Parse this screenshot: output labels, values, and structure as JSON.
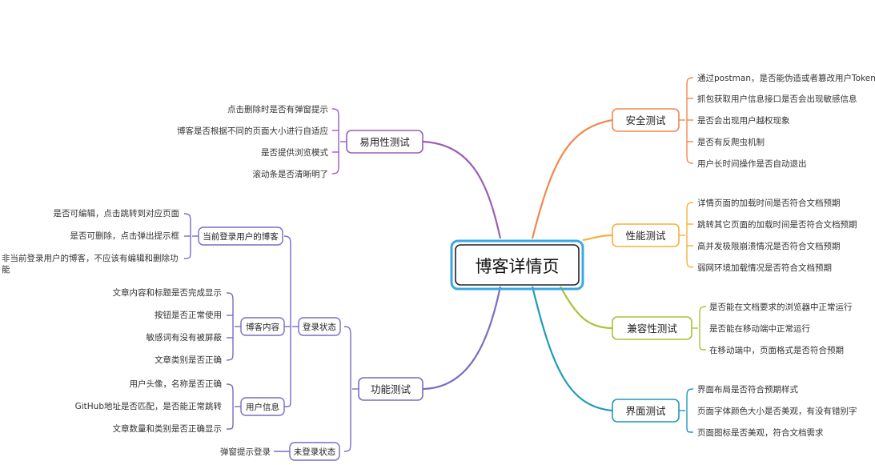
{
  "center": "博客详情页",
  "colors": {
    "security": "#f0884f",
    "performance": "#f5b13c",
    "compat": "#a9c23c",
    "ui": "#1f9ab8",
    "usability": "#9b5fb4",
    "function": "#7b6cc0",
    "center_border": "#3aa8e4"
  },
  "branches": {
    "security": {
      "label": "安全测试",
      "items": [
        "通过postman，是否能伪造或者篡改用户Token",
        "抓包获取用户信息接口是否会出现敏感信息",
        "是否会出现用户越权现象",
        "是否有反爬虫机制",
        "用户长时间操作是否自动退出"
      ]
    },
    "performance": {
      "label": "性能测试",
      "items": [
        "详情页面的加载时间是否符合文档预期",
        "跳转其它页面的加载时间是否符合文档预期",
        "高并发极限崩溃情况是否符合文档预期",
        "弱网环境加载情况是否符合文档预期"
      ]
    },
    "compat": {
      "label": "兼容性测试",
      "items": [
        "是否能在文档要求的浏览器中正常运行",
        "是否能在移动端中正常运行",
        "在移动端中，页面格式是否符合预期"
      ]
    },
    "ui": {
      "label": "界面测试",
      "items": [
        "界面布局是否符合预期样式",
        "页面字体颜色大小是否美观，有没有错别字",
        "页面图标是否美观，符合文档需求"
      ]
    },
    "usability": {
      "label": "易用性测试",
      "items": [
        "点击删除时是否有弹窗提示",
        "博客是否根据不同的页面大小进行自适应",
        "是否提供浏览模式",
        "滚动条是否清晰明了"
      ]
    },
    "function": {
      "label": "功能测试",
      "logged_in": {
        "label": "登录状态",
        "current_user": {
          "label": "当前登录用户的博客",
          "items": [
            "是否可编辑，点击跳转到对应页面",
            "是否可删除，点击弹出提示框",
            "非当前登录用户的博客，不应该有编辑和删除功",
            "能"
          ]
        },
        "content": {
          "label": "博客内容",
          "items": [
            "文章内容和标题是否完成显示",
            "按钮是否正常使用",
            "敏感词有没有被屏蔽",
            "文章类别是否正确"
          ]
        },
        "user_info": {
          "label": "用户信息",
          "items": [
            "用户头像，名称是否正确",
            "GitHub地址是否匹配，是否能正常跳转",
            "文章数量和类别是否正确显示"
          ]
        }
      },
      "logged_out": {
        "label": "未登录状态",
        "items": [
          "弹窗提示登录"
        ]
      }
    }
  }
}
